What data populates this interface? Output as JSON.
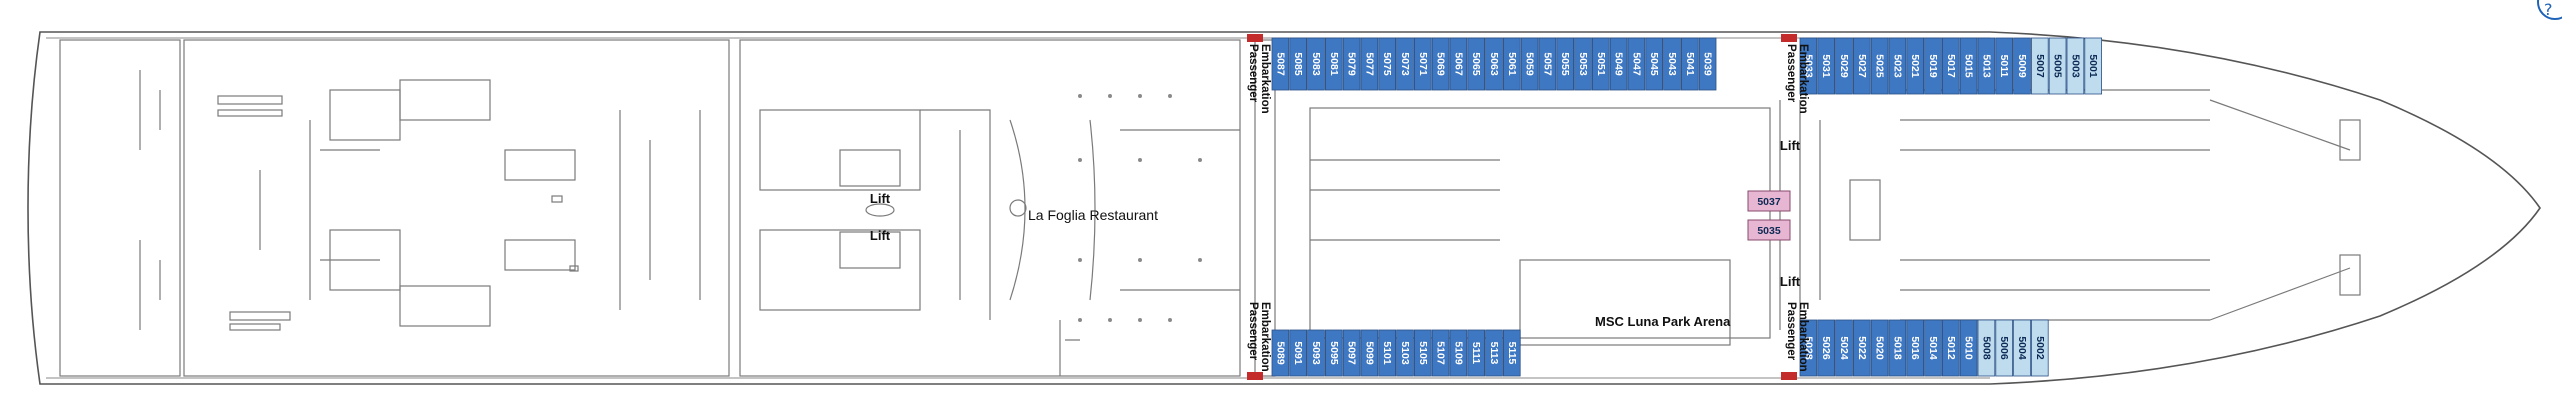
{
  "labels": {
    "restaurant": "La Foglia Restaurant",
    "arena": "MSC Luna Park Arena",
    "lift": "Lift",
    "embarkation": [
      "Passenger",
      "Embarkation"
    ]
  },
  "colors": {
    "balcony": "#3f78c2",
    "oceanview": "#bfdcef",
    "special": "#e7b6d2",
    "embarkation": "#c42b2b",
    "outline": "#6f6f6f"
  },
  "cabins": {
    "top_a": [
      "5087",
      "5085",
      "5083",
      "5081",
      "5079",
      "5077",
      "5075",
      "5073",
      "5071",
      "5069",
      "5067",
      "5065",
      "5063",
      "5061",
      "5059",
      "5057",
      "5055",
      "5053",
      "5051",
      "5049",
      "5047",
      "5045",
      "5043",
      "5041",
      "5039"
    ],
    "top_b": [
      "5033",
      "5031",
      "5029",
      "5027",
      "5025",
      "5023",
      "5021",
      "5019",
      "5017",
      "5015",
      "5013",
      "5011",
      "5009",
      "5007",
      "5005",
      "5003",
      "5001"
    ],
    "bottom_a": [
      "5089",
      "5091",
      "5093",
      "5095",
      "5097",
      "5099",
      "5101",
      "5103",
      "5105",
      "5107",
      "5109",
      "5111",
      "5113",
      "5115"
    ],
    "bottom_b": [
      "5028",
      "5026",
      "5024",
      "5022",
      "5020",
      "5018",
      "5016",
      "5014",
      "5012",
      "5010",
      "5008",
      "5006",
      "5004",
      "5002"
    ],
    "special": [
      "5037",
      "5035"
    ]
  },
  "corner_icon": "help-icon"
}
